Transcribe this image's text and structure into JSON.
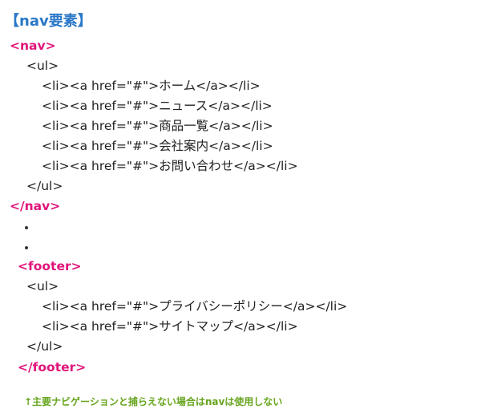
{
  "heading": "【nav要素】",
  "code": {
    "nav_open": "<nav>",
    "nav_ul_open": "<ul>",
    "nav_items": [
      "<li><a href=\"#\">ホーム</a></li>",
      "<li><a href=\"#\">ニュース</a></li>",
      "<li><a href=\"#\">商品一覧</a></li>",
      "<li><a href=\"#\">会社案内</a></li>",
      "<li><a href=\"#\">お問い合わせ</a></li>"
    ],
    "nav_ul_close": "</ul>",
    "nav_close": "</nav>",
    "footer_open": "<footer>",
    "footer_ul_open": "<ul>",
    "footer_items": [
      "<li><a href=\"#\">プライバシーポリシー</a></li>",
      "<li><a href=\"#\">サイトマップ</a></li>"
    ],
    "footer_ul_close": "</ul>",
    "footer_close": "</footer>"
  },
  "note": "↑主要ナビゲーションと捕らえない場合はnavは使用しない",
  "colors": {
    "heading": "#2a78c7",
    "tag": "#e0157a",
    "note": "#67a51e"
  }
}
